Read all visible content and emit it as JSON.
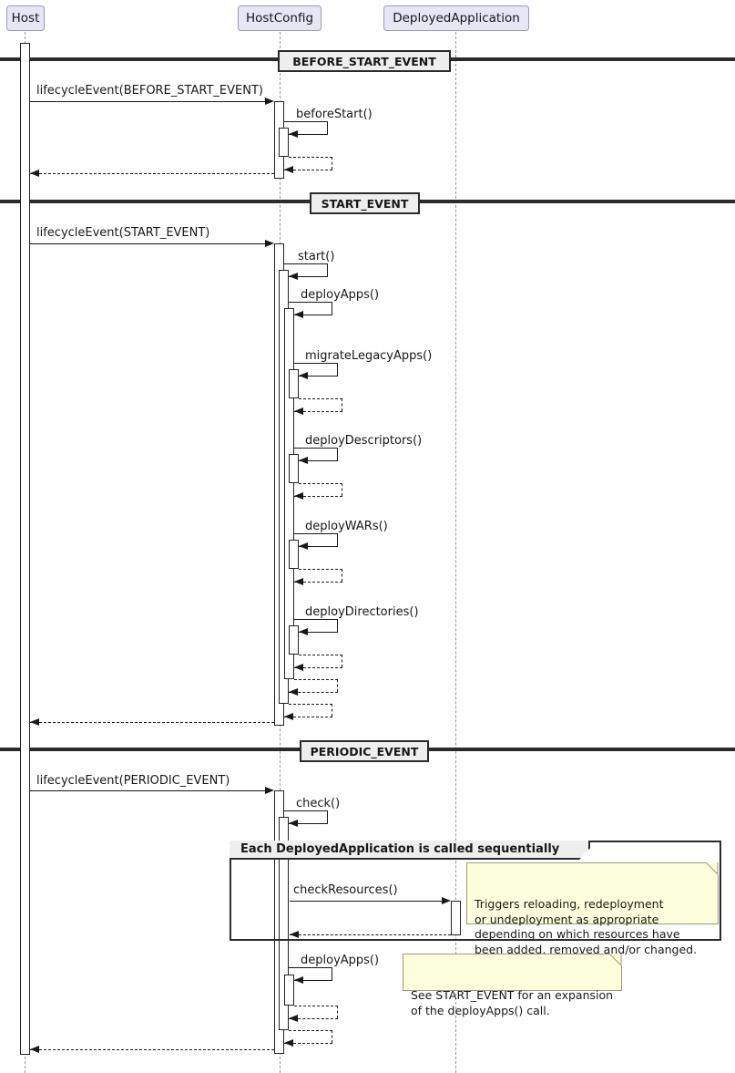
{
  "diagram": {
    "participants": [
      {
        "label": "Host"
      },
      {
        "label": "HostConfig"
      },
      {
        "label": "DeployedApplication"
      }
    ],
    "dividers": [
      "BEFORE_START_EVENT",
      "START_EVENT",
      "PERIODIC_EVENT"
    ],
    "messages": {
      "lifecycle_before_start": "lifecycleEvent(BEFORE_START_EVENT)",
      "before_start": "beforeStart()",
      "lifecycle_start": "lifecycleEvent(START_EVENT)",
      "start": "start()",
      "deploy_apps": "deployApps()",
      "migrate_legacy_apps": "migrateLegacyApps()",
      "deploy_descriptors": "deployDescriptors()",
      "deploy_wars": "deployWARs()",
      "deploy_directories": "deployDirectories()",
      "lifecycle_periodic": "lifecycleEvent(PERIODIC_EVENT)",
      "check": "check()",
      "check_resources": "checkResources()",
      "deploy_apps_periodic": "deployApps()"
    },
    "group": {
      "label": "Each DeployedApplication is called sequentially"
    },
    "notes": {
      "check_resources_note": "Triggers reloading, redeployment\nor undeployment as appropriate\ndepending on which resources have\nbeen added, removed and/or changed.",
      "deploy_apps_note": "See START_EVENT for an expansion\nof the deployApps() call."
    },
    "colors": {
      "participant_fill": "#E6E6F5",
      "participant_border": "#9A9ABF",
      "note_fill": "#FEFFDD",
      "divider_fill": "#EEEEEE",
      "line": "#181818",
      "lifeline": "#979797"
    }
  }
}
